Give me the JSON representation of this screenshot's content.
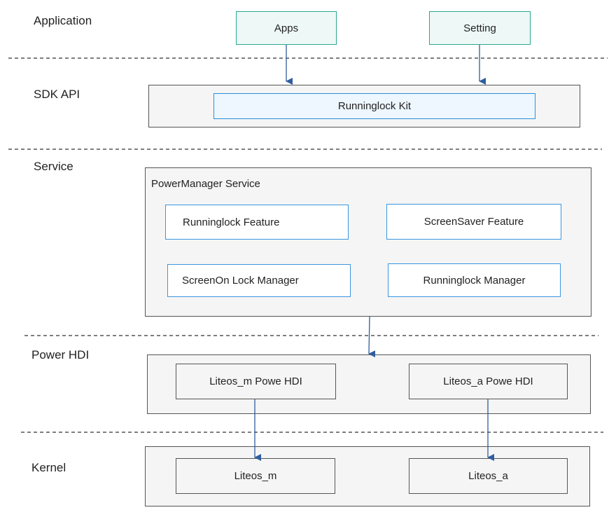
{
  "layers": {
    "application": "Application",
    "sdk_api": "SDK API",
    "service": "Service",
    "power_hdi": "Power HDI",
    "kernel": "Kernel"
  },
  "application": {
    "apps": "Apps",
    "setting": "Setting"
  },
  "sdk": {
    "kit": "Runninglock Kit"
  },
  "service": {
    "container_title": "PowerManager Service",
    "runninglock_feature": "Runninglock Feature",
    "screensaver_feature": "ScreenSaver Feature",
    "screenon_lock_manager": "ScreenOn Lock Manager",
    "runninglock_manager": "Runninglock Manager"
  },
  "hdi": {
    "liteos_m": "Liteos_m Powe HDI",
    "liteos_a": "Liteos_a Powe HDI"
  },
  "kernel": {
    "liteos_m": "Liteos_m",
    "liteos_a": "Liteos_a"
  },
  "colors": {
    "arrow": "#2f5e9e",
    "app_border": "#2aa88e",
    "feature_border": "#3a96e0",
    "container_border": "#555555"
  }
}
